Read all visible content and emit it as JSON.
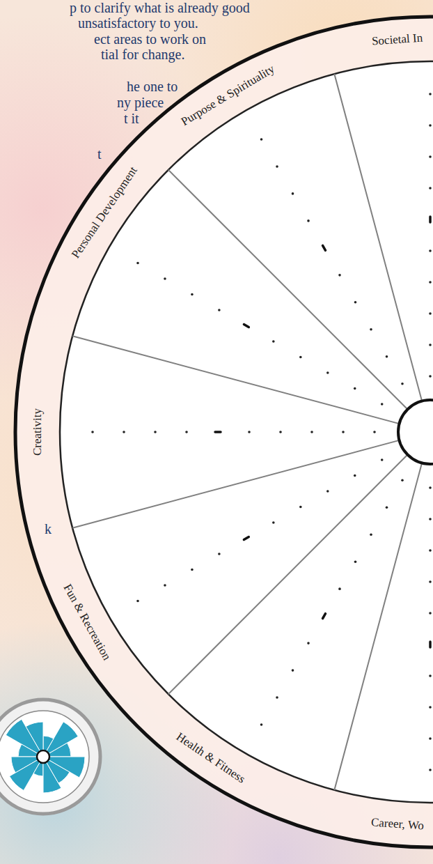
{
  "diagram": {
    "labels": [
      "p to clarify what is already good",
      "unsatisfactory to you.",
      "ect areas to work on",
      "tial for change.",
      "he one to",
      "ny piece",
      "t it",
      "t",
      "Societal In",
      "Purpose & Spirituality",
      "Personal Development",
      "Creativity",
      "k",
      "Fun & Recreation",
      "Health & Fitness",
      "Career, Wo"
    ]
  }
}
